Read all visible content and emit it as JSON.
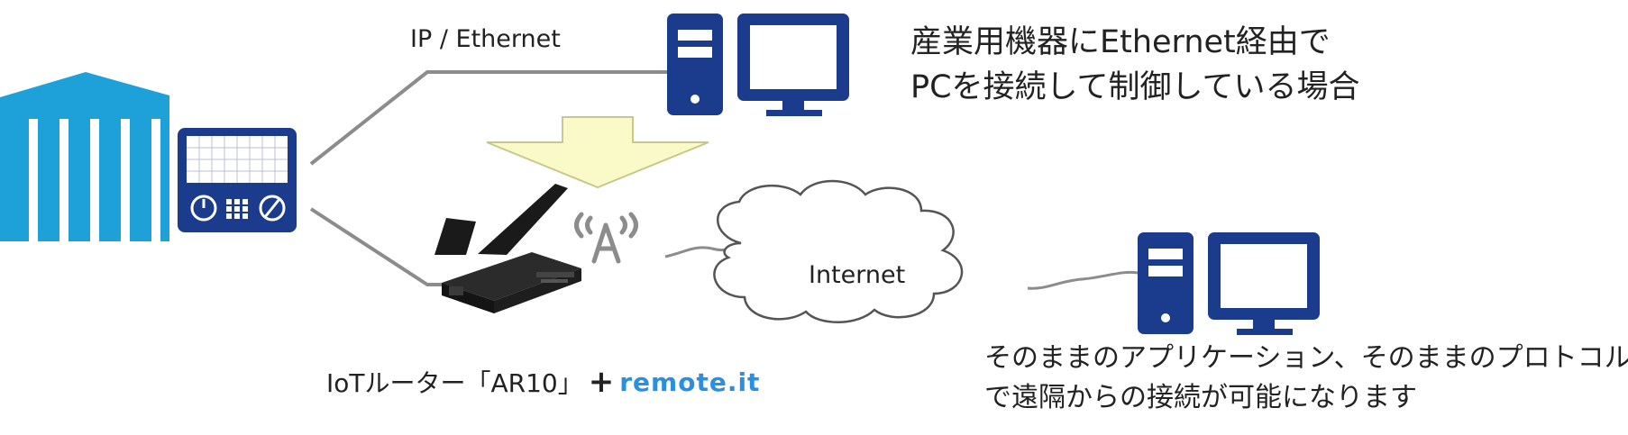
{
  "labels": {
    "ip_ethernet": "IP / Ethernet",
    "internet": "Internet"
  },
  "headline": {
    "line1": "産業用機器にEthernet経由で",
    "line2": "PCを接続して制御している場合"
  },
  "router": {
    "name": "IoTルーター「AR10」",
    "plus": "+",
    "brand": "remote.it"
  },
  "note": {
    "line1": "そのままのアプリケーション、そのままのプロトコル",
    "line2": "で遠隔からの接続が可能になります"
  },
  "icons": [
    "factory-building-icon",
    "control-panel-icon",
    "desktop-pc-icon",
    "router-icon",
    "wireless-antenna-icon",
    "cloud-icon",
    "down-arrow-icon"
  ],
  "colors": {
    "building": "#1ea0d8",
    "pc": "#1b3b8c",
    "arrow_fill": "#fafac8",
    "arrow_stroke": "#c8c88c",
    "line": "#8c8c8c",
    "brand": "#2a8fe0"
  }
}
